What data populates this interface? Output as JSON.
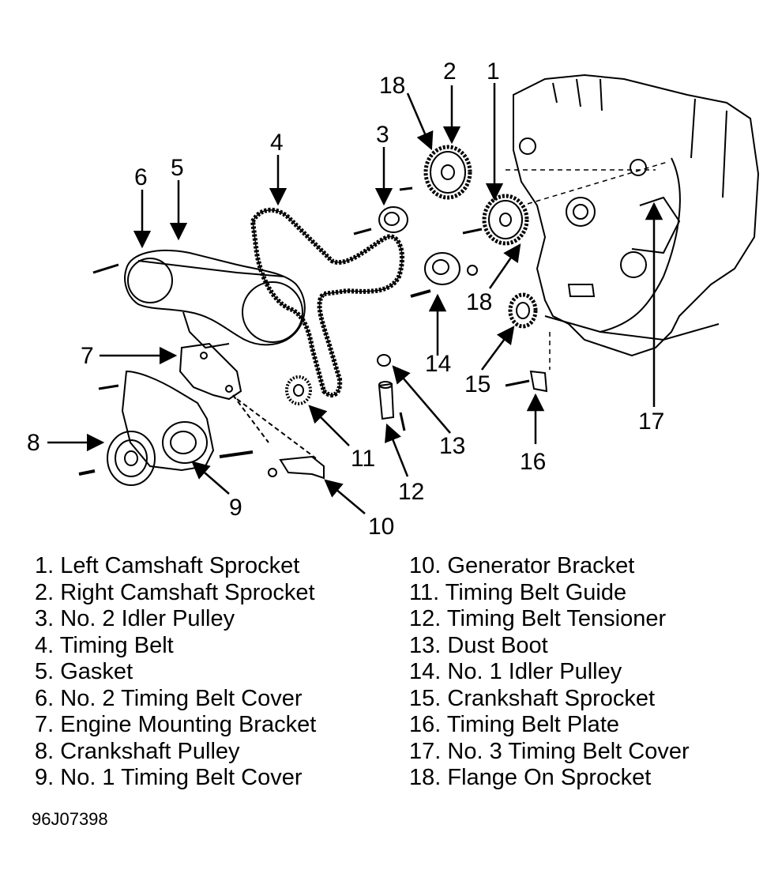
{
  "callouts": [
    {
      "num": "1"
    },
    {
      "num": "2"
    },
    {
      "num": "3"
    },
    {
      "num": "4"
    },
    {
      "num": "5"
    },
    {
      "num": "6"
    },
    {
      "num": "7"
    },
    {
      "num": "8"
    },
    {
      "num": "9"
    },
    {
      "num": "10"
    },
    {
      "num": "11"
    },
    {
      "num": "12"
    },
    {
      "num": "13"
    },
    {
      "num": "14"
    },
    {
      "num": "15"
    },
    {
      "num": "16"
    },
    {
      "num": "17"
    },
    {
      "num": "18"
    },
    {
      "num": "18"
    }
  ],
  "legend": {
    "left": [
      {
        "num": "1.",
        "label": "Left Camshaft Sprocket"
      },
      {
        "num": "2.",
        "label": "Right Camshaft Sprocket"
      },
      {
        "num": "3.",
        "label": "No. 2 Idler Pulley"
      },
      {
        "num": "4.",
        "label": "Timing Belt"
      },
      {
        "num": "5.",
        "label": "Gasket"
      },
      {
        "num": "6.",
        "label": "No. 2 Timing Belt Cover"
      },
      {
        "num": "7.",
        "label": "Engine Mounting Bracket"
      },
      {
        "num": "8.",
        "label": "Crankshaft Pulley"
      },
      {
        "num": "9.",
        "label": "No. 1 Timing Belt Cover"
      }
    ],
    "right": [
      {
        "num": "10.",
        "label": "Generator Bracket"
      },
      {
        "num": "11.",
        "label": "Timing Belt Guide"
      },
      {
        "num": "12.",
        "label": "Timing Belt Tensioner"
      },
      {
        "num": "13.",
        "label": "Dust Boot"
      },
      {
        "num": "14.",
        "label": "No. 1 Idler Pulley"
      },
      {
        "num": "15.",
        "label": "Crankshaft Sprocket"
      },
      {
        "num": "16.",
        "label": "Timing Belt Plate"
      },
      {
        "num": "17.",
        "label": "No. 3 Timing Belt Cover"
      },
      {
        "num": "18.",
        "label": "Flange On Sprocket"
      }
    ]
  },
  "figure_id": "96J07398"
}
